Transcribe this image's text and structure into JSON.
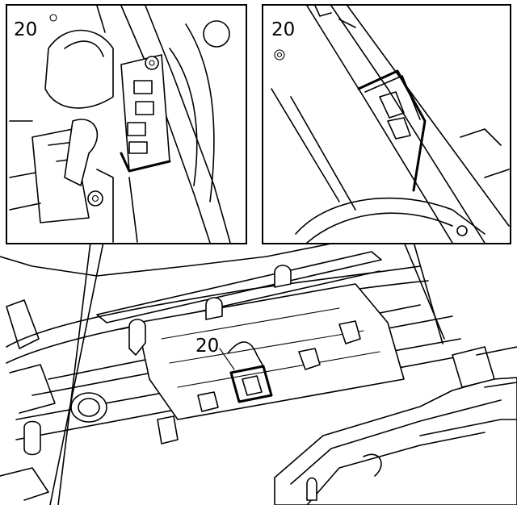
{
  "callouts": {
    "inset_left": "20",
    "inset_right": "20",
    "main_view": "20"
  },
  "colors": {
    "line": "#000000",
    "background": "#ffffff"
  }
}
